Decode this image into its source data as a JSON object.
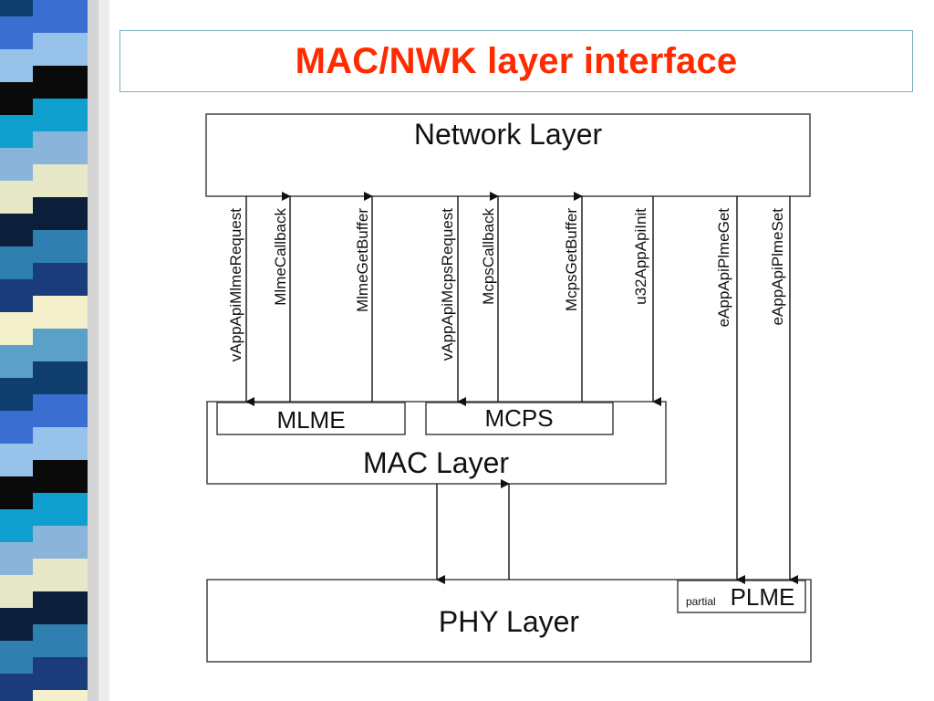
{
  "slide": {
    "title": "MAC/NWK layer interface"
  },
  "colors": {
    "title": "#ff2a00",
    "strip": [
      "#0e3d6e",
      "#8ab4d9",
      "#f4f0cc",
      "#0a0a0a",
      "#2f7fb0",
      "#3a6fd1",
      "#e6e8c8",
      "#5aa0c8",
      "#10a0d0",
      "#1a3c7a",
      "#97c2ea",
      "#0c1f3a"
    ]
  },
  "diagram": {
    "network_layer": "Network Layer",
    "mac_layer": "MAC Layer",
    "mlme": "MLME",
    "mcps": "MCPS",
    "phy_layer": "PHY Layer",
    "plme": "PLME",
    "plme_note": "partial",
    "signals": [
      {
        "label": "vAppApiMlmeRequest",
        "direction": "down"
      },
      {
        "label": "MlmeCallback",
        "direction": "up"
      },
      {
        "label": "MlmeGetBuffer",
        "direction": "up"
      },
      {
        "label": "vAppApiMcpsRequest",
        "direction": "down"
      },
      {
        "label": "McpsCallback",
        "direction": "up"
      },
      {
        "label": "McpsGetBuffer",
        "direction": "up"
      },
      {
        "label": "u32AppApiInit",
        "direction": "down"
      },
      {
        "label": "eAppApiPlmeGet",
        "direction": "down"
      },
      {
        "label": "eAppApiPlmeSet",
        "direction": "down"
      }
    ],
    "mac_phy_links": [
      {
        "direction": "down"
      },
      {
        "direction": "up"
      }
    ]
  }
}
